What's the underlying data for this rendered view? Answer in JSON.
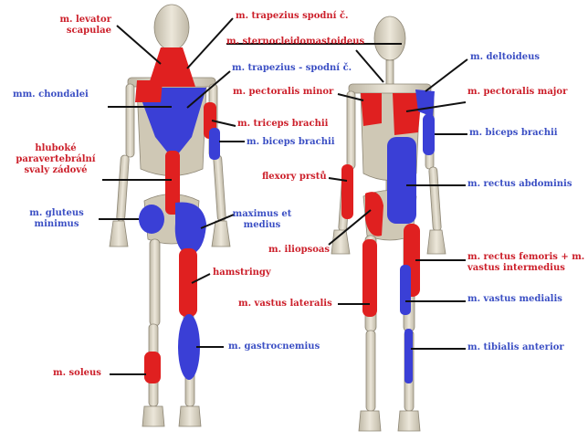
{
  "colors": {
    "red_muscle": "#e02020",
    "blue_muscle": "#3a3fd6",
    "red_text": "#cc1f2a",
    "blue_text": "#3b4fc4",
    "bone": "#d8d2c0"
  },
  "labels": {
    "levator_1": "m. levator",
    "levator_2": "scapulae",
    "trap_lower": "m. trapezius spodní č.",
    "scm": "m. sternocleidomastoideus",
    "trap_lower2": "m. trapezius - spodní č.",
    "deltoideus": "m. deltoideus",
    "chondalei": "mm. chondalei",
    "pect_minor": "m. pectoralis minor",
    "pect_major": "m. pectoralis major",
    "triceps": "m. triceps brachii",
    "biceps_back": "m. biceps brachii",
    "biceps_front": "m. biceps brachii",
    "hluboke_1": "hluboké",
    "hluboke_2": "paravertebrální",
    "hluboke_3": "svaly zádové",
    "flexory": "flexory prstů",
    "rectus_abd": "m. rectus abdominis",
    "gluteus_1": "m. gluteus",
    "gluteus_2": "minimus",
    "maximus_1": "maximus et",
    "maximus_2": "medius",
    "iliopsoas": "m. iliopsoas",
    "hamstringy": "hamstringy",
    "rectus_fem_1": "m. rectus femoris + m.",
    "rectus_fem_2": "vastus intermedius",
    "vastus_lat": "m. vastus lateralis",
    "vastus_med": "m. vastus medialis",
    "gastro": "m. gastrocnemius",
    "tibialis": "m. tibialis anterior",
    "soleus": "m. soleus"
  }
}
